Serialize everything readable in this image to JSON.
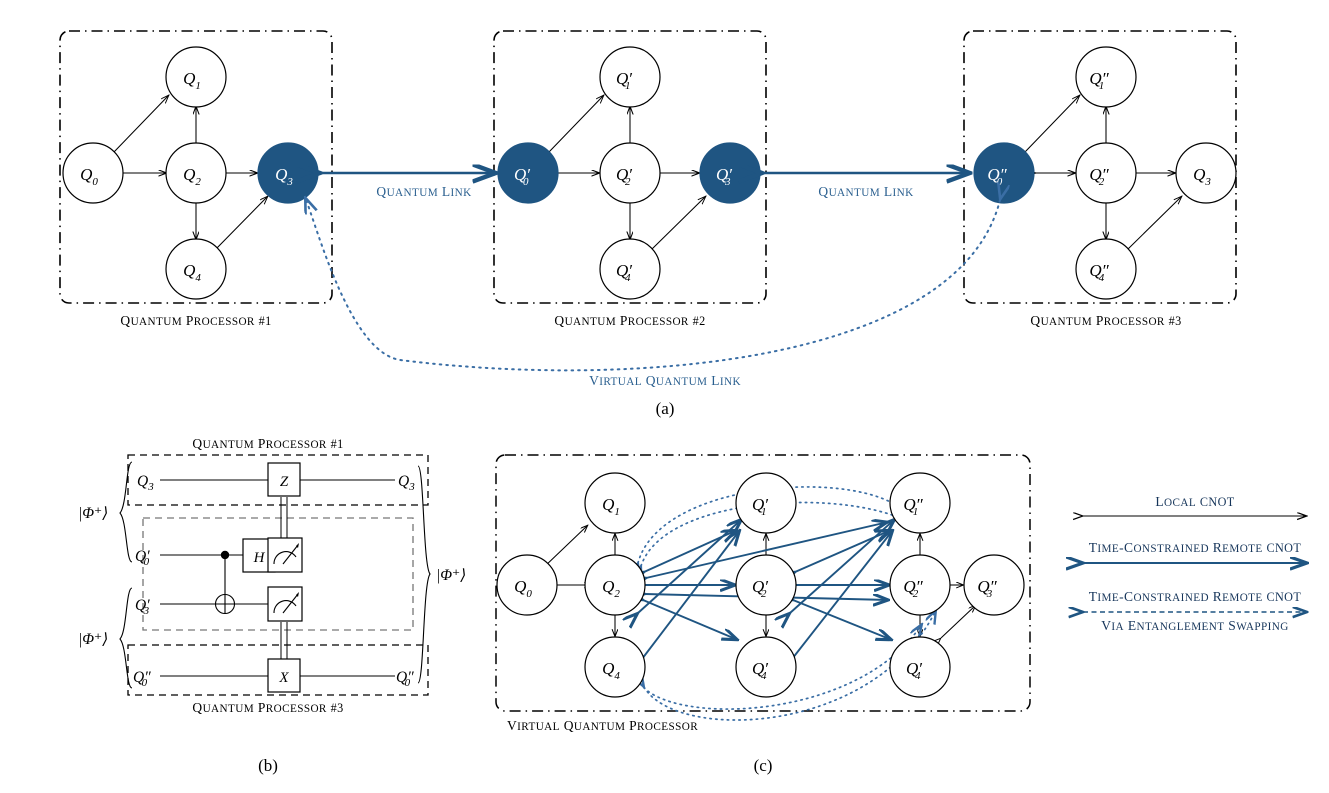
{
  "figure": {
    "panels": [
      {
        "id": "a",
        "letter": "(a)"
      },
      {
        "id": "b",
        "letter": "(b)"
      },
      {
        "id": "c",
        "letter": "(c)"
      }
    ]
  },
  "colors": {
    "accent_blue": "#1f5582",
    "link_blue": "#1f5582",
    "dotted_blue": "#3a6ea5",
    "node_fill_highlight": "#1f5582",
    "node_fill_plain": "#ffffff",
    "stroke_black": "#000000",
    "dash_gray": "#555555"
  },
  "panel_a": {
    "processors": [
      {
        "id": "qp1",
        "caption": "Quantum Processor #1",
        "nodes": [
          {
            "id": "q0",
            "base": "Q",
            "sub": "0",
            "primes": "",
            "highlight": false
          },
          {
            "id": "q1",
            "base": "Q",
            "sub": "1",
            "primes": "",
            "highlight": false
          },
          {
            "id": "q2",
            "base": "Q",
            "sub": "2",
            "primes": "",
            "highlight": false
          },
          {
            "id": "q3",
            "base": "Q",
            "sub": "3",
            "primes": "",
            "highlight": true
          },
          {
            "id": "q4",
            "base": "Q",
            "sub": "4",
            "primes": "",
            "highlight": false
          }
        ]
      },
      {
        "id": "qp2",
        "caption": "Quantum Processor #2",
        "nodes": [
          {
            "id": "q0p",
            "base": "Q",
            "sub": "0",
            "primes": "′",
            "highlight": true
          },
          {
            "id": "q1p",
            "base": "Q",
            "sub": "1",
            "primes": "′",
            "highlight": false
          },
          {
            "id": "q2p",
            "base": "Q",
            "sub": "2",
            "primes": "′",
            "highlight": false
          },
          {
            "id": "q3p",
            "base": "Q",
            "sub": "3",
            "primes": "′",
            "highlight": true
          },
          {
            "id": "q4p",
            "base": "Q",
            "sub": "4",
            "primes": "′",
            "highlight": false
          }
        ]
      },
      {
        "id": "qp3",
        "caption": "Quantum Processor #3",
        "nodes": [
          {
            "id": "q0pp",
            "base": "Q",
            "sub": "0",
            "primes": "″",
            "highlight": true
          },
          {
            "id": "q1pp",
            "base": "Q",
            "sub": "1",
            "primes": "″",
            "highlight": false
          },
          {
            "id": "q2pp",
            "base": "Q",
            "sub": "2",
            "primes": "″",
            "highlight": false
          },
          {
            "id": "q3pp",
            "base": "Q",
            "sub": "3",
            "primes": "",
            "highlight": false
          },
          {
            "id": "q4pp",
            "base": "Q",
            "sub": "4",
            "primes": "″",
            "highlight": false
          }
        ]
      }
    ],
    "links": [
      {
        "id": "link-1-2",
        "label": "Quantum Link"
      },
      {
        "id": "link-2-3",
        "label": "Quantum Link"
      }
    ],
    "virtual_link_label": "Virtual Quantum Link"
  },
  "panel_b": {
    "top_caption": "Quantum Processor #1",
    "bottom_caption": "Quantum Processor #3",
    "wires": [
      {
        "id": "w-q3",
        "in_label_base": "Q",
        "in_label_sub": "3",
        "in_label_primes": "",
        "out_label_base": "Q",
        "out_label_sub": "3",
        "out_label_primes": ""
      },
      {
        "id": "w-q0p",
        "in_label_base": "Q",
        "in_label_sub": "0",
        "in_label_primes": "′",
        "out_label_base": "",
        "out_label_sub": "",
        "out_label_primes": ""
      },
      {
        "id": "w-q3p",
        "in_label_base": "Q",
        "in_label_sub": "3",
        "in_label_primes": "′",
        "out_label_base": "",
        "out_label_sub": "",
        "out_label_primes": ""
      },
      {
        "id": "w-q0pp",
        "in_label_base": "Q",
        "in_label_sub": "0",
        "in_label_primes": "″",
        "out_label_base": "Q",
        "out_label_sub": "0",
        "out_label_primes": "″"
      }
    ],
    "gates": [
      {
        "id": "gate-z",
        "label": "Z",
        "wire": "w-q3"
      },
      {
        "id": "gate-h",
        "label": "H",
        "wire": "w-q0p"
      },
      {
        "id": "gate-x",
        "label": "X",
        "wire": "w-q0pp"
      },
      {
        "id": "meter-q0p",
        "label": "meter",
        "wire": "w-q0p"
      },
      {
        "id": "meter-q3p",
        "label": "meter",
        "wire": "w-q3p"
      },
      {
        "id": "cnot",
        "label": "CNOT",
        "control_wire": "w-q0p",
        "target_wire": "w-q3p"
      }
    ],
    "bell_labels": [
      {
        "id": "bell-left-top",
        "text": "|Φ⁺⟩"
      },
      {
        "id": "bell-left-bottom",
        "text": "|Φ⁺⟩"
      },
      {
        "id": "bell-right",
        "text": "|Φ⁺⟩"
      }
    ]
  },
  "panel_c": {
    "caption": "Virtual Quantum Processor",
    "nodes": [
      {
        "id": "c-q0",
        "base": "Q",
        "sub": "0",
        "primes": ""
      },
      {
        "id": "c-q1",
        "base": "Q",
        "sub": "1",
        "primes": ""
      },
      {
        "id": "c-q2",
        "base": "Q",
        "sub": "2",
        "primes": ""
      },
      {
        "id": "c-q4",
        "base": "Q",
        "sub": "4",
        "primes": ""
      },
      {
        "id": "c-q1p",
        "base": "Q",
        "sub": "1",
        "primes": "′"
      },
      {
        "id": "c-q2p",
        "base": "Q",
        "sub": "2",
        "primes": "′"
      },
      {
        "id": "c-q4p",
        "base": "Q",
        "sub": "4",
        "primes": "′"
      },
      {
        "id": "c-q1pp",
        "base": "Q",
        "sub": "1",
        "primes": "″"
      },
      {
        "id": "c-q2pp",
        "base": "Q",
        "sub": "2",
        "primes": "″"
      },
      {
        "id": "c-q3pp",
        "base": "Q",
        "sub": "3",
        "primes": "″"
      },
      {
        "id": "c-q4pp",
        "base": "Q",
        "sub": "4",
        "primes": "′"
      }
    ]
  },
  "legend": {
    "items": [
      {
        "id": "legend-local-cnot",
        "style": "solid-black",
        "line1_strong": "Local",
        "line1_rest": " CNOT",
        "line2_strong": "",
        "line2_rest": ""
      },
      {
        "id": "legend-remote-cnot",
        "style": "solid-blue",
        "line1_strong": "Time-constrained remote",
        "line1_rest": " CNOT",
        "line2_strong": "",
        "line2_rest": ""
      },
      {
        "id": "legend-remote-cnot-swap",
        "style": "dashed-blue",
        "line1_strong": "Time-constrained remote",
        "line1_rest": " CNOT",
        "line2_strong": "Via entanglement swapping",
        "line2_rest": ""
      }
    ]
  }
}
